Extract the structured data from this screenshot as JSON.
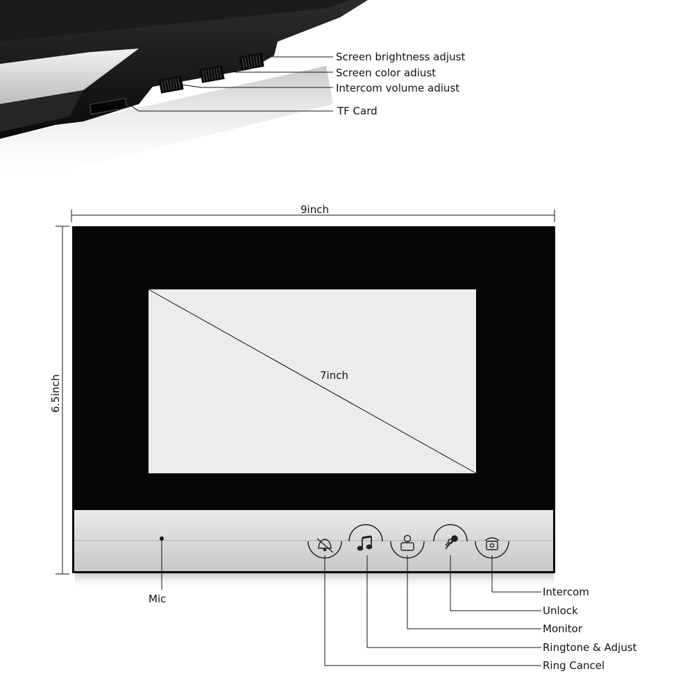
{
  "side_labels": {
    "brightness": "Screen brightness adjust",
    "color": "Screen color adiust",
    "volume": "Intercom volume adiust",
    "tf_card": "TF Card"
  },
  "dimensions": {
    "width": "9inch",
    "height": "6.5inch",
    "screen": "7inch"
  },
  "buttons": [
    {
      "label": "Intercom",
      "icon": "telephone-icon"
    },
    {
      "label": "Unlock",
      "icon": "key-icon"
    },
    {
      "label": "Monitor",
      "icon": "person-icon"
    },
    {
      "label": "Ringtone & Adjust",
      "icon": "music-note-icon"
    },
    {
      "label": "Ring Cancel",
      "icon": "bell-mute-icon"
    }
  ],
  "mic_label": "Mic",
  "colors": {
    "bezel": "#060606",
    "screen": "#ececec",
    "button_strip": "#d9d9d9"
  }
}
